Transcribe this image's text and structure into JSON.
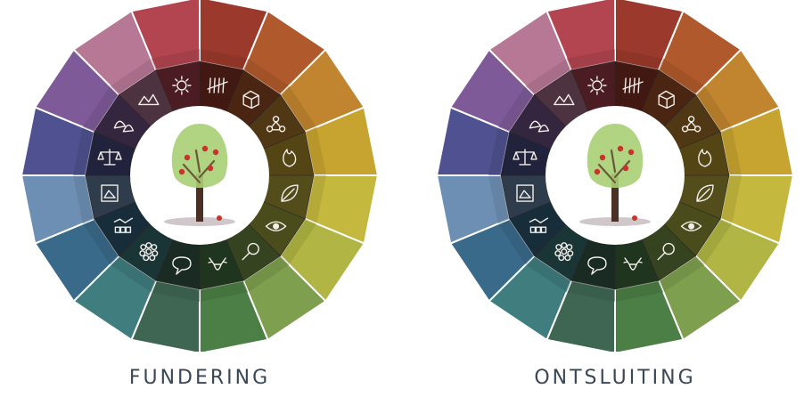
{
  "wheels": [
    {
      "caption": "FUNDERING",
      "outer_profile": [
        0,
        0,
        0,
        0,
        0,
        0,
        0,
        0,
        0,
        0,
        0,
        0,
        0,
        0,
        0,
        0
      ]
    },
    {
      "caption": "ONTSLUITING",
      "outer_profile": [
        0,
        0,
        0,
        0,
        0,
        0,
        0,
        0,
        0,
        0,
        0,
        0,
        0,
        0,
        0,
        0
      ]
    }
  ],
  "segment_colors": [
    "#9b3a2c",
    "#b0592c",
    "#c1852f",
    "#c7a430",
    "#c4b83e",
    "#b0b543",
    "#7e9f4e",
    "#4c7f45",
    "#3f6653",
    "#3f7d7f",
    "#3a6a8a",
    "#6d8fb4",
    "#4f5190",
    "#7e5a98",
    "#b77896",
    "#b24550"
  ],
  "icon_ring_color": "#4a4045",
  "icons": [
    "tally-marks-icon",
    "cube-icon",
    "chemistry-icon",
    "flame-icon",
    "leaf-icon",
    "eye-icon",
    "magnifier-icon",
    "deer-head-icon",
    "speech-bubble-icon",
    "cells-icon",
    "graph-blocks-icon",
    "framed-picture-icon",
    "scales-icon",
    "seashells-icon",
    "landscape-icon",
    "sun-icon"
  ]
}
